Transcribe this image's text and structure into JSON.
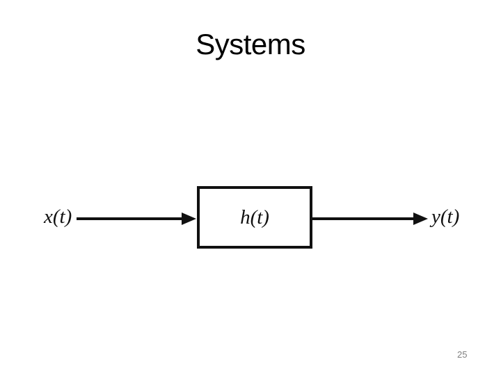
{
  "slide": {
    "title": "Systems",
    "page_number": "25"
  },
  "diagram": {
    "input_label": "x(t)",
    "block_label": "h(t)",
    "output_label": "y(t)"
  },
  "colors": {
    "background": "#ffffff",
    "title_text": "#000000",
    "diagram_ink": "#111111",
    "page_number_text": "#808080"
  }
}
